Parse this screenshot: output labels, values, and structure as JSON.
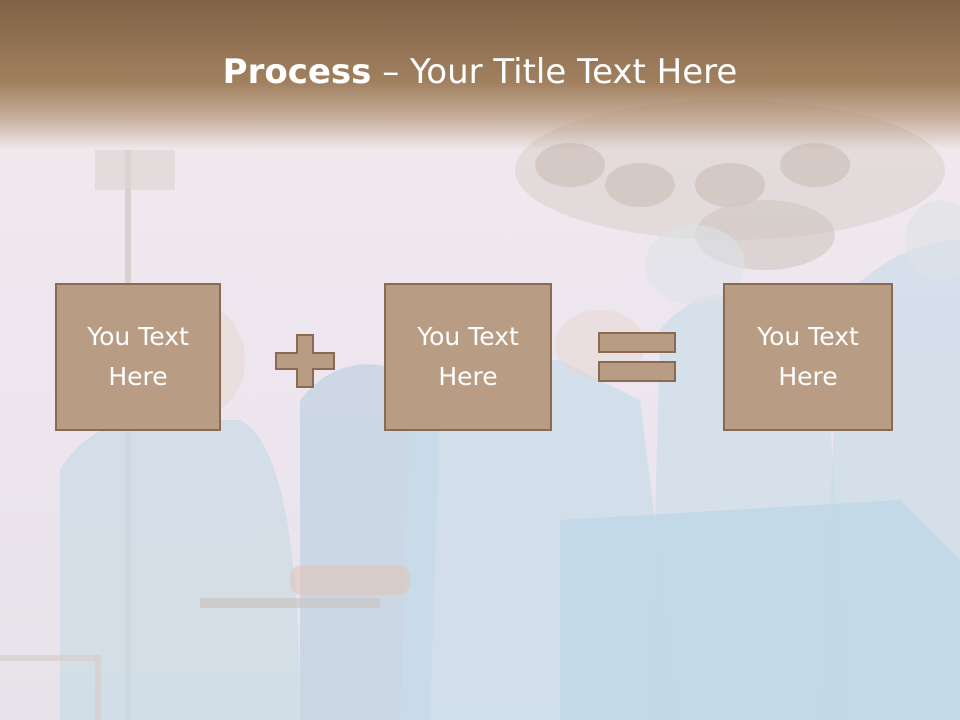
{
  "slide": {
    "title_bold": "Process",
    "title_dash": " – ",
    "title_rest": "Your Title Text Here"
  },
  "boxes": [
    {
      "text": "You Text Here"
    },
    {
      "text": "You Text Here"
    },
    {
      "text": "You Text Here"
    }
  ],
  "icons": {
    "plus": "plus-icon",
    "equals": "equals-icon"
  },
  "colors": {
    "header": "#8f6f51",
    "box_fill": "#b89c84",
    "box_border": "#8a6a52",
    "text": "#ffffff"
  }
}
